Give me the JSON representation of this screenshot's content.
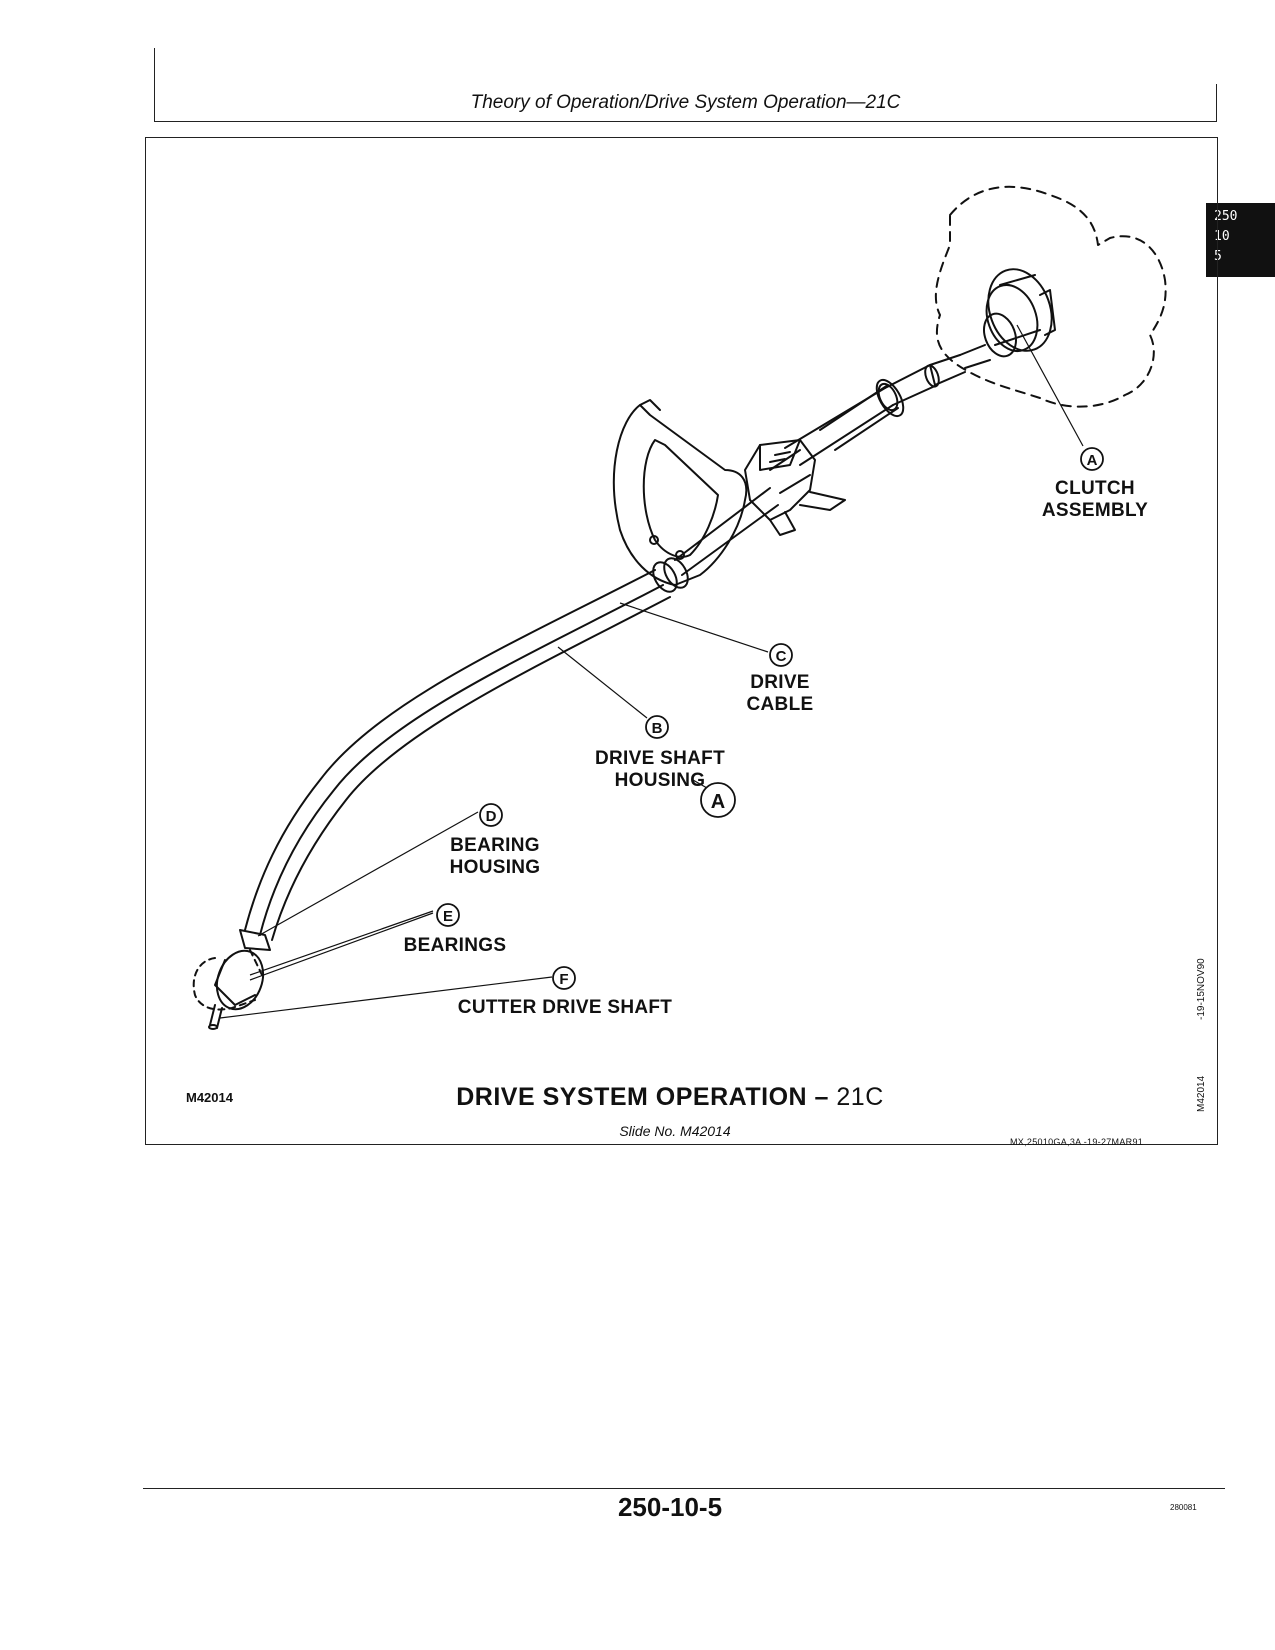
{
  "header": {
    "title": "Theory of Operation/Drive System Operation—21C"
  },
  "side_tab": {
    "lines": [
      "250",
      "10",
      "5"
    ]
  },
  "callouts": {
    "A": {
      "letter": "A",
      "label": [
        "CLUTCH",
        "ASSEMBLY"
      ]
    },
    "A2": {
      "letter": "A"
    },
    "B": {
      "letter": "B",
      "label": [
        "DRIVE SHAFT",
        "HOUSING"
      ]
    },
    "C": {
      "letter": "C",
      "label": [
        "DRIVE",
        "CABLE"
      ]
    },
    "D": {
      "letter": "D",
      "label": [
        "BEARING",
        "HOUSING"
      ]
    },
    "E": {
      "letter": "E",
      "label": [
        "BEARINGS"
      ]
    },
    "F": {
      "letter": "F",
      "label": [
        "CUTTER DRIVE SHAFT"
      ]
    }
  },
  "figure": {
    "id": "M42014",
    "title": "DRIVE SYSTEM OPERATION",
    "title_suffix": "21C",
    "slide_no": "Slide No. M42014",
    "ref_code": "MX,25010GA,3A  -19-27MAR91",
    "vertical_code_upper": "-19-15NOV90",
    "vertical_code_lower": "M42014"
  },
  "footer": {
    "page_number": "250-10-5",
    "code": "280081"
  }
}
